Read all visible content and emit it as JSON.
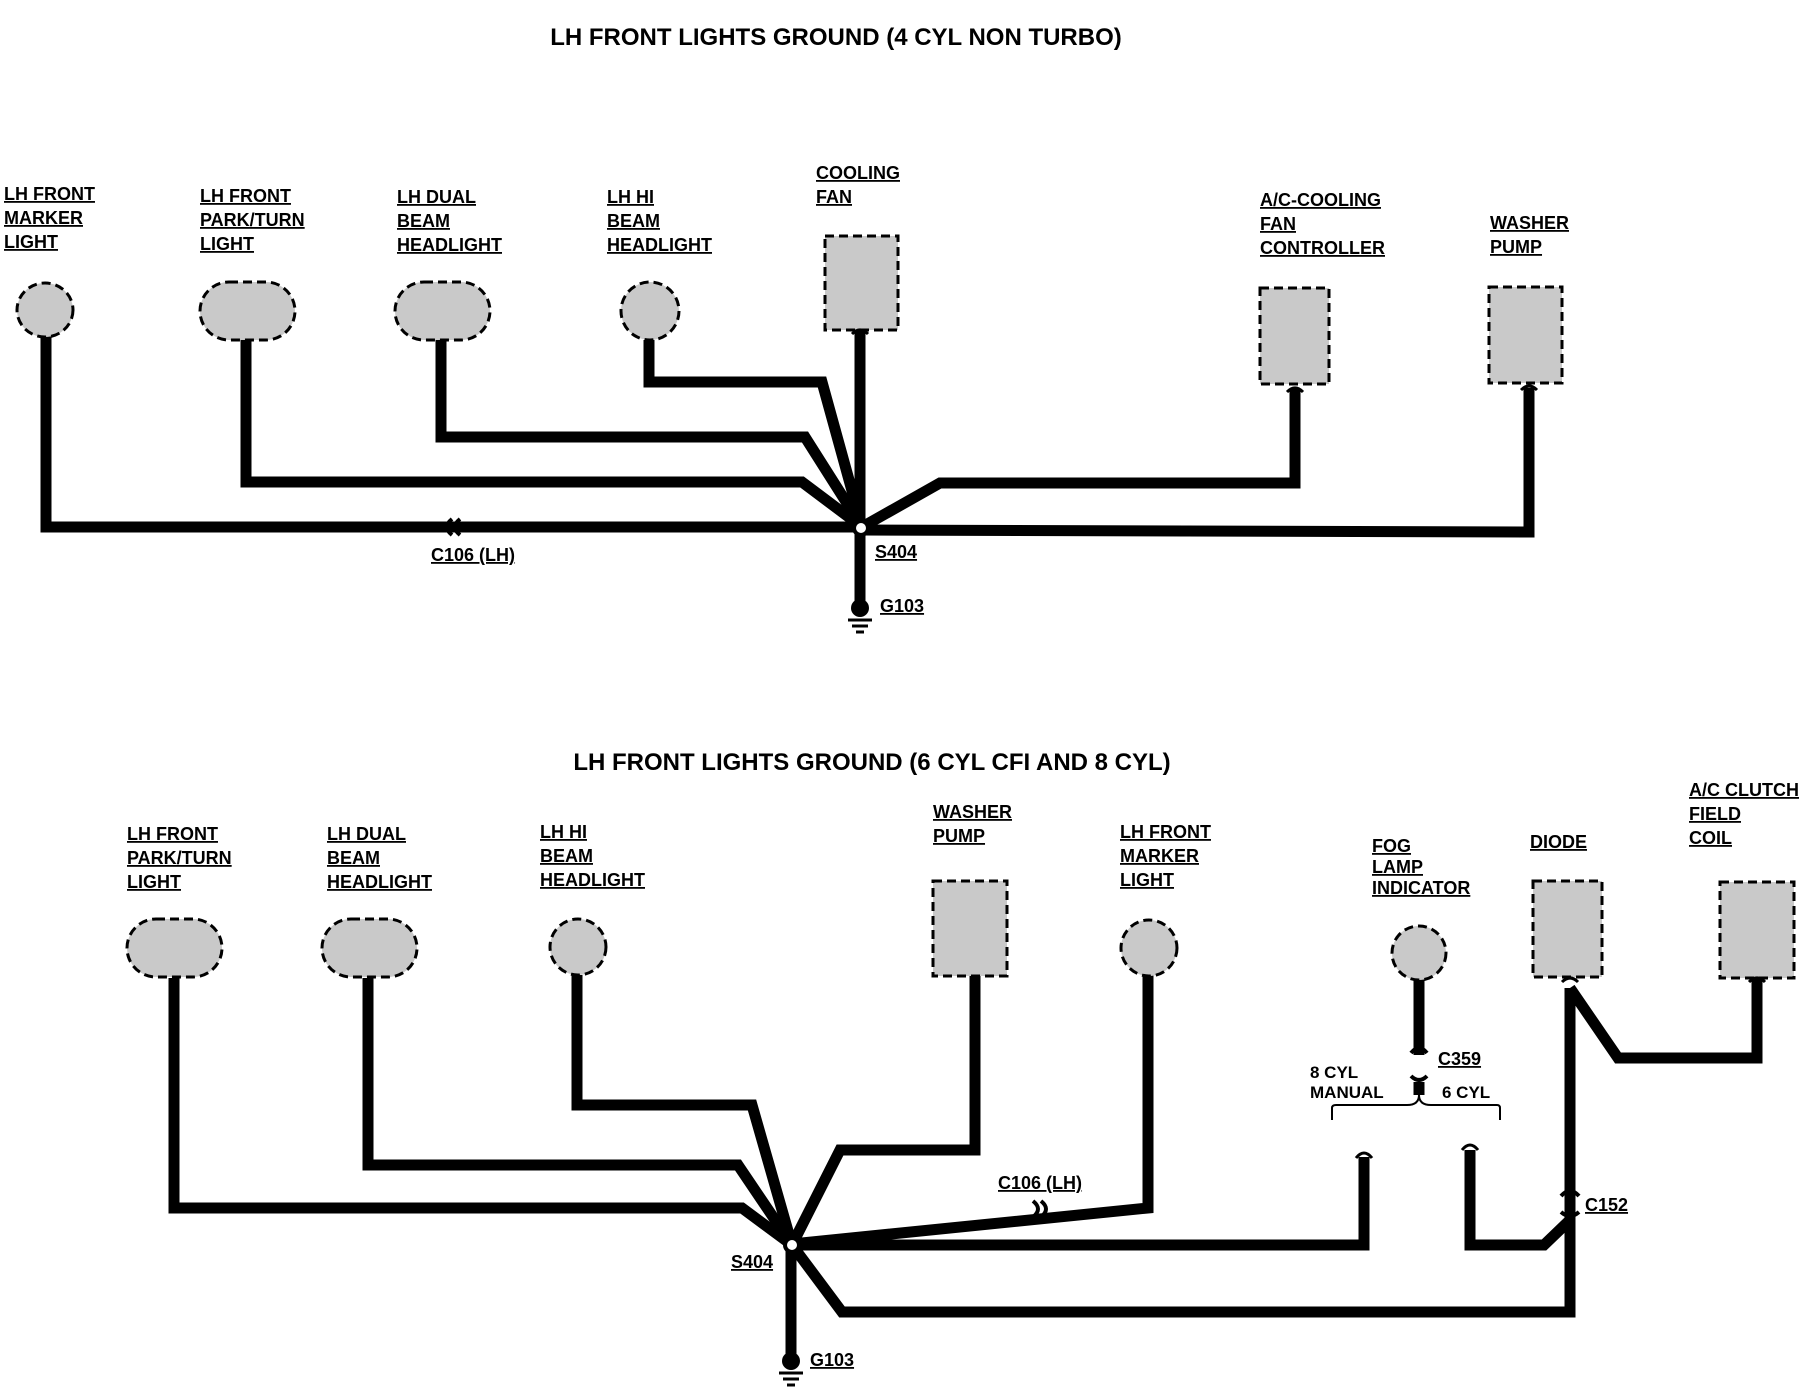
{
  "diagrams": [
    {
      "title": "LH FRONT LIGHTS GROUND (4 CYL NON TURBO)",
      "components": [
        {
          "label": [
            "LH FRONT",
            "MARKER",
            "LIGHT"
          ],
          "shape": "circle"
        },
        {
          "label": [
            "LH FRONT",
            "PARK/TURN",
            "LIGHT"
          ],
          "shape": "oval"
        },
        {
          "label": [
            "LH DUAL",
            "BEAM",
            "HEADLIGHT"
          ],
          "shape": "oval"
        },
        {
          "label": [
            "LH HI",
            "BEAM",
            "HEADLIGHT"
          ],
          "shape": "circle"
        },
        {
          "label": [
            "COOLING",
            "FAN"
          ],
          "shape": "rect"
        },
        {
          "label": [
            "A/C-COOLING",
            "FAN",
            "CONTROLLER"
          ],
          "shape": "rect"
        },
        {
          "label": [
            "WASHER",
            "PUMP"
          ],
          "shape": "rect"
        }
      ],
      "connectors": [
        "C106 (LH)"
      ],
      "splice": "S404",
      "ground": "G103"
    },
    {
      "title": "LH FRONT LIGHTS GROUND (6 CYL CFI AND 8 CYL)",
      "components": [
        {
          "label": [
            "LH FRONT",
            "PARK/TURN",
            "LIGHT"
          ],
          "shape": "oval"
        },
        {
          "label": [
            "LH DUAL",
            "BEAM",
            "HEADLIGHT"
          ],
          "shape": "oval"
        },
        {
          "label": [
            "LH HI",
            "BEAM",
            "HEADLIGHT"
          ],
          "shape": "circle"
        },
        {
          "label": [
            "WASHER",
            "PUMP"
          ],
          "shape": "rect"
        },
        {
          "label": [
            "LH FRONT",
            "MARKER",
            "LIGHT"
          ],
          "shape": "circle"
        },
        {
          "label": [
            "FOG",
            "LAMP",
            "INDICATOR"
          ],
          "shape": "circle"
        },
        {
          "label": [
            "DIODE"
          ],
          "shape": "rect"
        },
        {
          "label": [
            "A/C CLUTCH",
            "FIELD",
            "COIL"
          ],
          "shape": "rect"
        }
      ],
      "connectors": [
        "C106 (LH)",
        "C359",
        "C152"
      ],
      "options": [
        "8 CYL",
        "MANUAL",
        "6 CYL"
      ],
      "splice": "S404",
      "ground": "G103"
    }
  ]
}
